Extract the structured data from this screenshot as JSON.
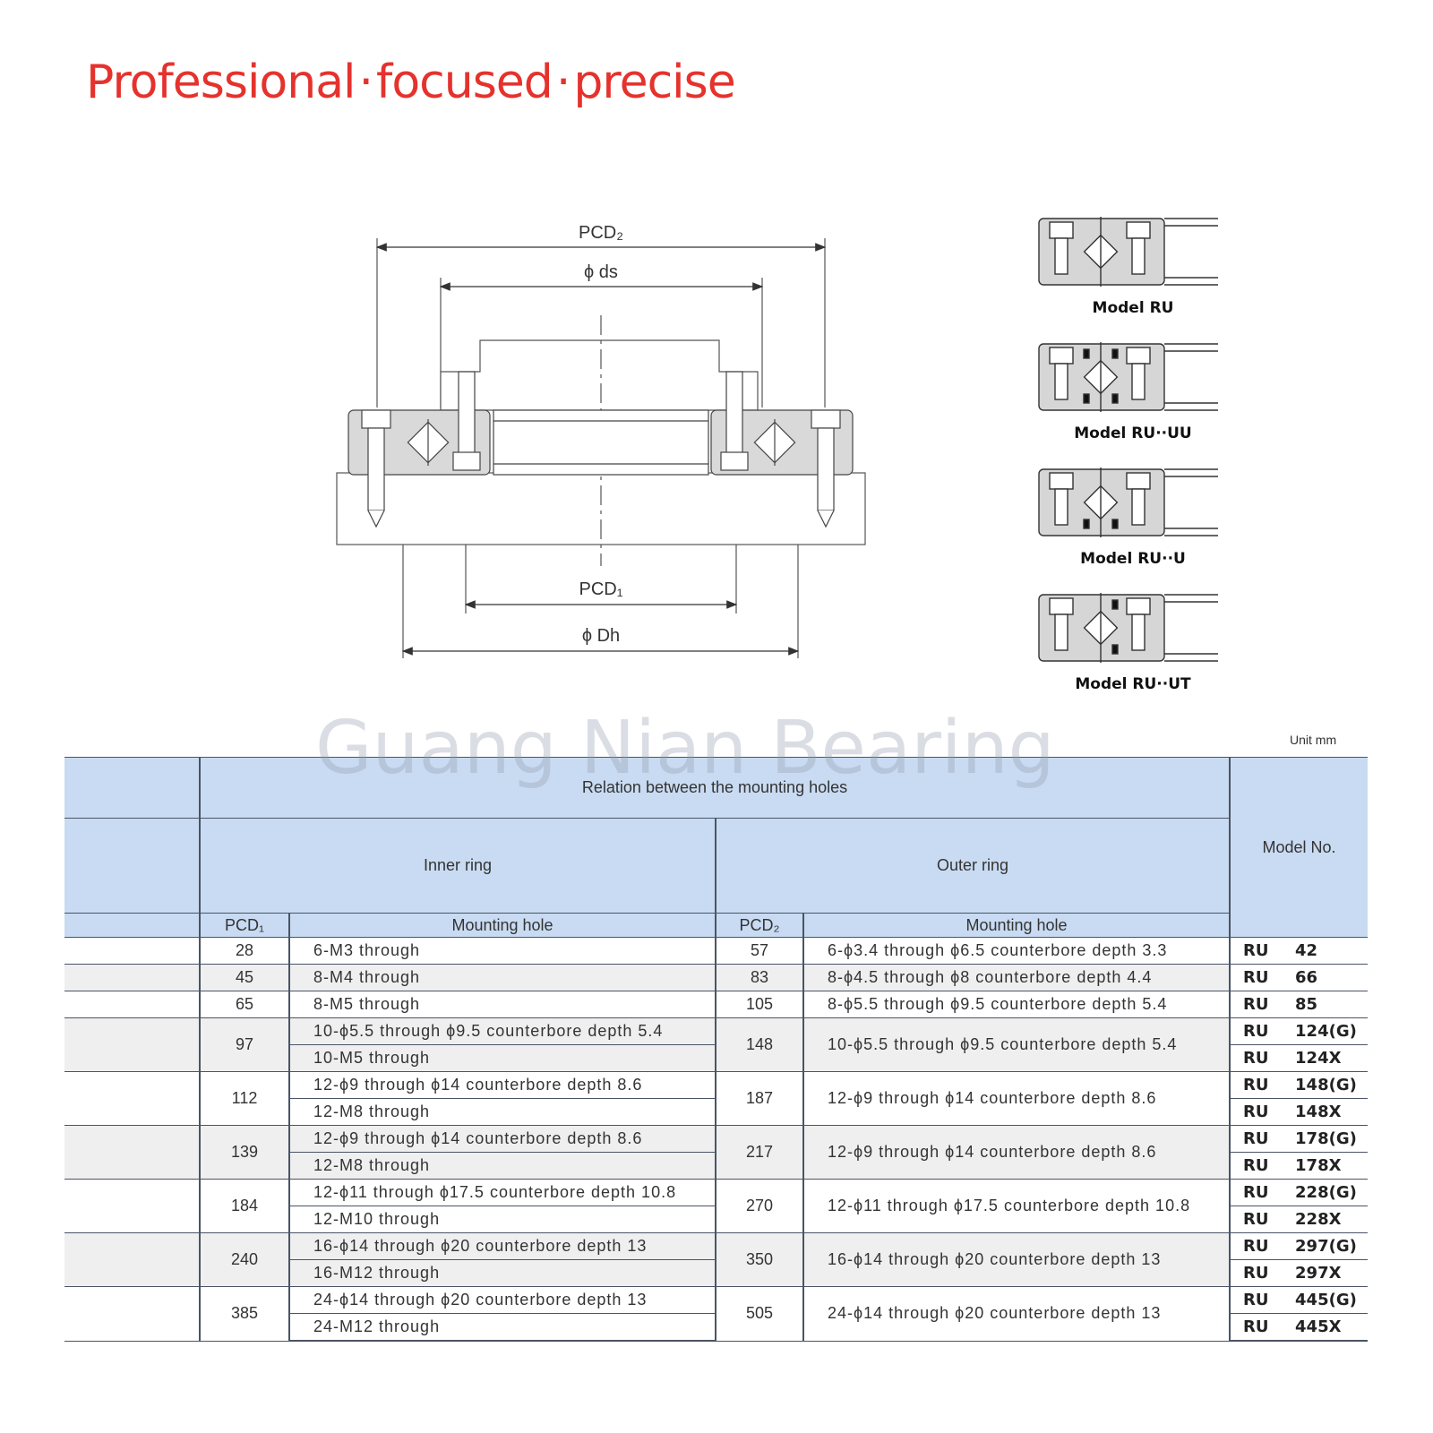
{
  "headline": {
    "part1": "Professional",
    "sep": "·",
    "part2": "focused",
    "part3": "precise"
  },
  "drawing": {
    "pcd2": "PCD₂",
    "ds": "ϕ ds",
    "pcd1": "PCD₁",
    "dh": "ϕ Dh"
  },
  "variants": [
    {
      "caption": "Model  RU",
      "icon": "bearing-section-open-icon"
    },
    {
      "caption": "Model  RU··UU",
      "icon": "bearing-section-double-seal-icon"
    },
    {
      "caption": "Model  RU··U",
      "icon": "bearing-section-single-seal-icon"
    },
    {
      "caption": "Model  RU··UT",
      "icon": "bearing-section-tapped-icon"
    }
  ],
  "watermark": "Guang Nian Bearing",
  "unit": "Unit  mm",
  "table": {
    "relation_header": "Relation between the mounting holes",
    "inner_ring": "Inner ring",
    "outer_ring": "Outer ring",
    "model_no": "Model No.",
    "pcd1_header": "PCD₁",
    "pcd2_header": "PCD₂",
    "mounting_hole": "Mounting hole",
    "rows": [
      {
        "pcd1": "28",
        "pcd2": "57",
        "inner": [
          "6-M3 through"
        ],
        "outer": "6-ϕ3.4 through ϕ6.5 counterbore depth 3.3",
        "models": [
          [
            "RU",
            "42"
          ]
        ]
      },
      {
        "pcd1": "45",
        "pcd2": "83",
        "inner": [
          "8-M4 through"
        ],
        "outer": "8-ϕ4.5 through ϕ8 counterbore depth 4.4",
        "models": [
          [
            "RU",
            "66"
          ]
        ]
      },
      {
        "pcd1": "65",
        "pcd2": "105",
        "inner": [
          "8-M5 through"
        ],
        "outer": "8-ϕ5.5 through ϕ9.5 counterbore depth 5.4",
        "models": [
          [
            "RU",
            "85"
          ]
        ]
      },
      {
        "pcd1": "97",
        "pcd2": "148",
        "inner": [
          "10-ϕ5.5 through ϕ9.5 counterbore depth 5.4",
          "10-M5 through"
        ],
        "outer": "10-ϕ5.5 through ϕ9.5 counterbore depth 5.4",
        "models": [
          [
            "RU",
            "124(G)"
          ],
          [
            "RU",
            "124X"
          ]
        ]
      },
      {
        "pcd1": "112",
        "pcd2": "187",
        "inner": [
          "12-ϕ9 through ϕ14 counterbore depth 8.6",
          "12-M8 through"
        ],
        "outer": "12-ϕ9 through ϕ14 counterbore depth 8.6",
        "models": [
          [
            "RU",
            "148(G)"
          ],
          [
            "RU",
            "148X"
          ]
        ]
      },
      {
        "pcd1": "139",
        "pcd2": "217",
        "inner": [
          "12-ϕ9 through ϕ14 counterbore depth 8.6",
          "12-M8 through"
        ],
        "outer": "12-ϕ9 through ϕ14 counterbore depth 8.6",
        "models": [
          [
            "RU",
            "178(G)"
          ],
          [
            "RU",
            "178X"
          ]
        ]
      },
      {
        "pcd1": "184",
        "pcd2": "270",
        "inner": [
          "12-ϕ11 through ϕ17.5 counterbore depth 10.8",
          "12-M10 through"
        ],
        "outer": "12-ϕ11 through ϕ17.5 counterbore depth 10.8",
        "models": [
          [
            "RU",
            "228(G)"
          ],
          [
            "RU",
            "228X"
          ]
        ]
      },
      {
        "pcd1": "240",
        "pcd2": "350",
        "inner": [
          "16-ϕ14 through ϕ20 counterbore depth 13",
          "16-M12 through"
        ],
        "outer": "16-ϕ14 through ϕ20 counterbore depth 13",
        "models": [
          [
            "RU",
            "297(G)"
          ],
          [
            "RU",
            "297X"
          ]
        ]
      },
      {
        "pcd1": "385",
        "pcd2": "505",
        "inner": [
          "24-ϕ14 through ϕ20 counterbore depth 13",
          "24-M12 through"
        ],
        "outer": "24-ϕ14 through ϕ20 counterbore depth 13",
        "models": [
          [
            "RU",
            "445(G)"
          ],
          [
            "RU",
            "445X"
          ]
        ]
      }
    ]
  }
}
